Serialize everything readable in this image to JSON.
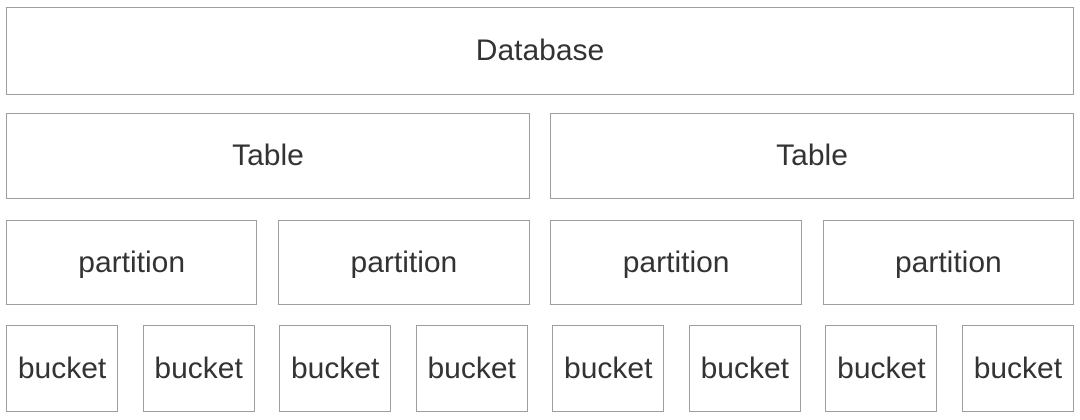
{
  "nodes": {
    "database": "Database",
    "tables": [
      "Table",
      "Table"
    ],
    "partitions": [
      "partition",
      "partition",
      "partition",
      "partition"
    ],
    "buckets": [
      "bucket",
      "bucket",
      "bucket",
      "bucket",
      "bucket",
      "bucket",
      "bucket",
      "bucket"
    ]
  },
  "colors": {
    "background": "#ffffff",
    "node_fill": "#ffffff",
    "node_border": "#9e9e9e",
    "text": "#333333"
  }
}
